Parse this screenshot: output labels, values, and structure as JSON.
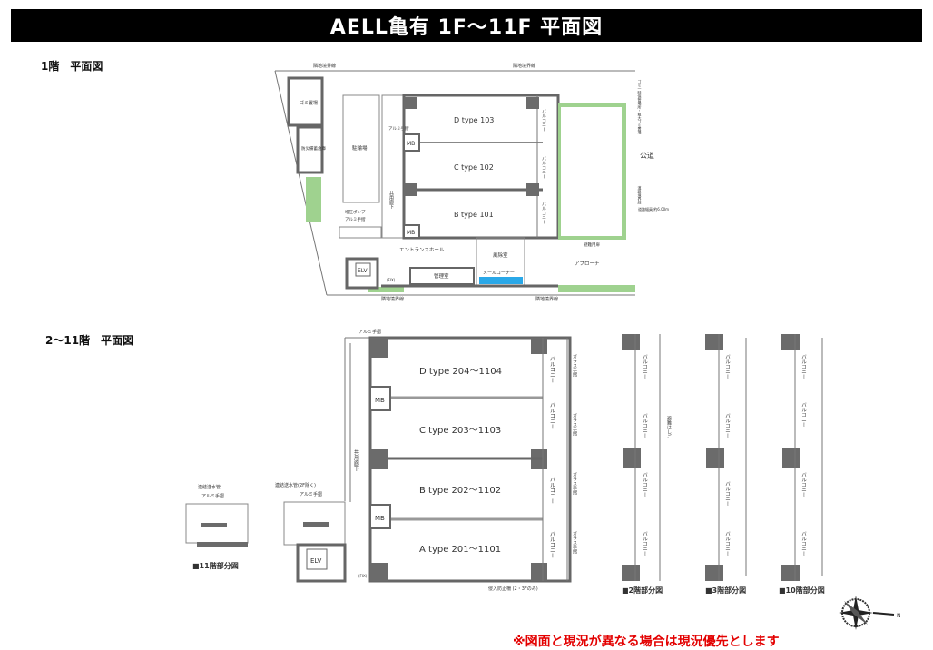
{
  "title": "AELL亀有 1F～11F 平面図",
  "sections": {
    "floor1": "1階　平面図",
    "floor2_11": "2～11階　平面図"
  },
  "floor1": {
    "units": [
      "D type 103",
      "C type 102",
      "B type 101"
    ],
    "balcony": "バルコニー",
    "mb": "MB",
    "rooms": {
      "garbage": "ゴミ置場",
      "storage": "防災備蓄倉庫",
      "bicycle": "駐輪場",
      "corridor": "共用廊下",
      "handrail": "アルミ手摺",
      "pump": "増圧ポンプ",
      "elv": "ELV",
      "entrance": "エントランスホール",
      "windbreak": "風除室",
      "mail": "メールコーナー",
      "office": "管理室",
      "approach": "アプローチ",
      "fire_door": "避難用扉",
      "road": "公道",
      "road_boundary": "道路境界線",
      "road_width": "道路幅員 約6.00m",
      "boundary": "隣地境界線",
      "garbage_temp": "ゴミ一時保管場所・粗大ゴミ置場",
      "fix": "(FIX)"
    }
  },
  "floor2_11": {
    "units": [
      "D type 204～1104",
      "C type 203～1103",
      "B type 202～1102",
      "A type 201～1101"
    ],
    "balcony": "バルコニー",
    "glass_rail": "ガラス手摺",
    "mb": "MB",
    "corridor": "共用廊下",
    "handrail": "アルミ手摺",
    "standpipe": "連結送水管(2F除く)",
    "standpipe_11": "連結送水管",
    "elv": "ELV",
    "fix": "(FIX)",
    "security_grille": "侵入防止柵 (2・3Fのみ)",
    "escape_ladder": "避難はしご"
  },
  "partials": {
    "f11": "■11階部分図",
    "f2": "■2階部分図",
    "f3": "■3階部分図",
    "f10": "■10階部分図"
  },
  "compass": "N",
  "note": "※図面と現況が異なる場合は現況優先とします"
}
